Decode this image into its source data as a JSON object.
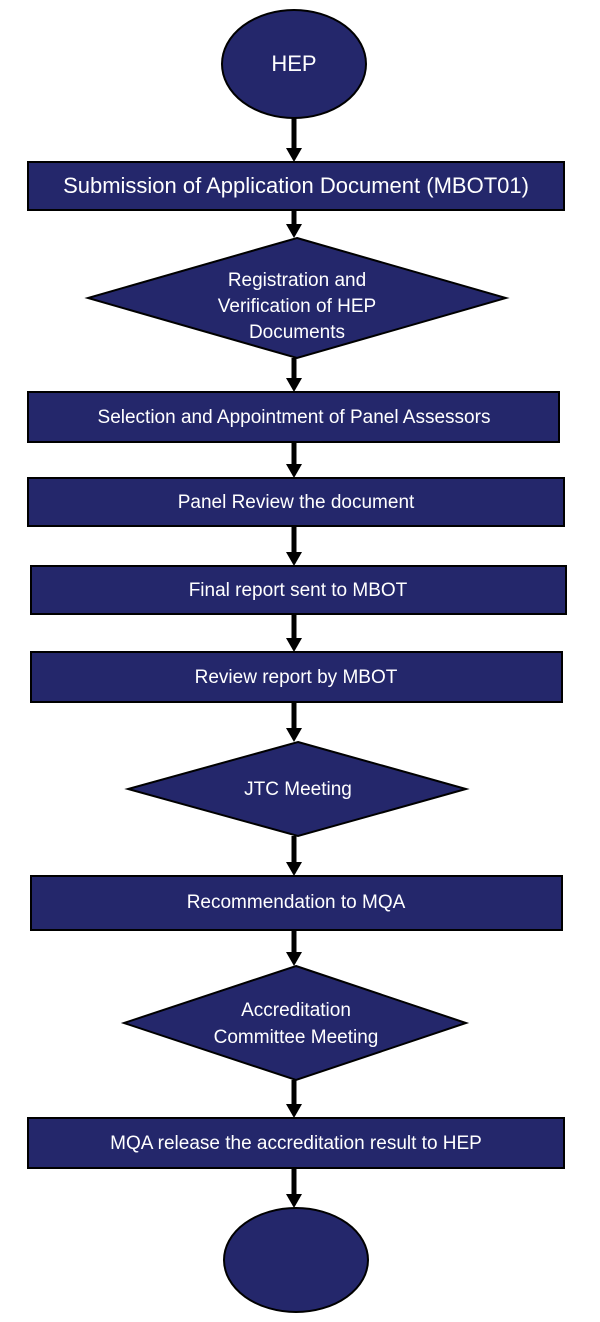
{
  "colors": {
    "shape_fill": "#24276b",
    "shape_border": "#000000",
    "text": "#ffffff",
    "arrow": "#000000"
  },
  "nodes": {
    "start": {
      "label": "HEP"
    },
    "submission": {
      "label": "Submission of Application Document (MBOT01)"
    },
    "registration": {
      "lines": [
        "Registration and",
        "Verification of HEP",
        "Documents"
      ]
    },
    "selection": {
      "label": "Selection and Appointment of Panel Assessors"
    },
    "panel_review": {
      "label": "Panel Review the document"
    },
    "final_report": {
      "label": "Final report sent to MBOT"
    },
    "review_report": {
      "label": "Review report by MBOT"
    },
    "jtc": {
      "label": "JTC Meeting"
    },
    "recommendation": {
      "label": "Recommendation to MQA"
    },
    "accreditation_committee": {
      "lines": [
        "Accreditation",
        "Committee Meeting"
      ]
    },
    "release": {
      "label": "MQA release the accreditation result to HEP"
    },
    "end": {
      "label": ""
    }
  }
}
